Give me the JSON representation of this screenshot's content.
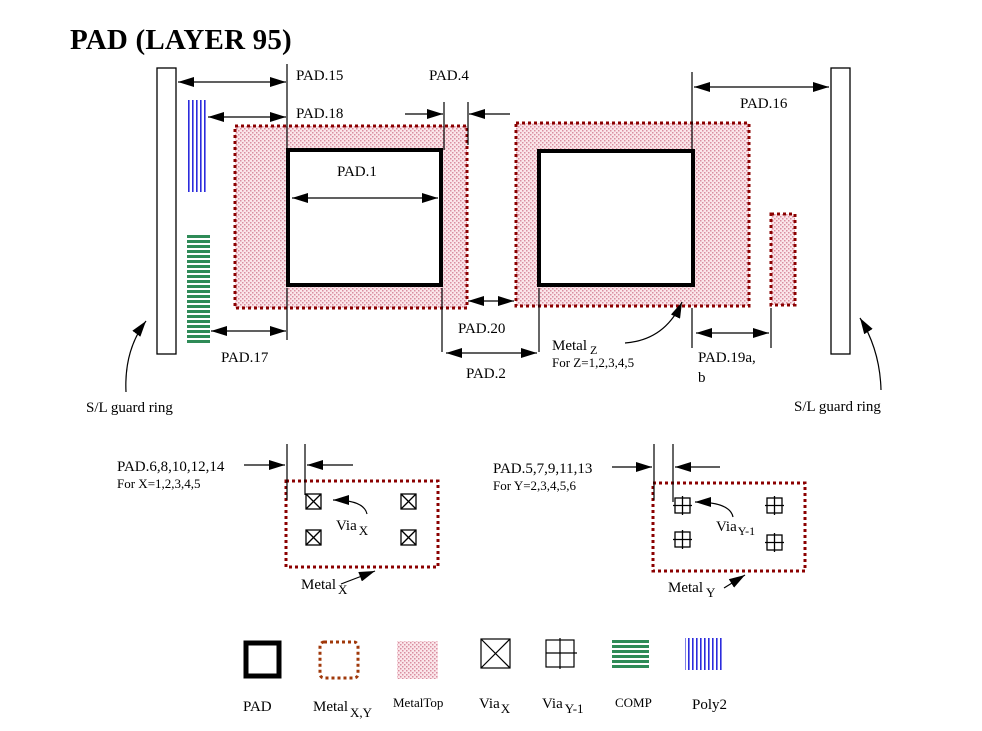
{
  "title": "PAD (LAYER 95)",
  "colors": {
    "metal_outline": "#8b0000",
    "metal_top_fill": "#f4c6d0",
    "comp": "#2e8b57",
    "poly2": "#2b2bdd",
    "legend_metal": "#a0380a"
  },
  "dimensions": {
    "pad15": "PAD.15",
    "pad4": "PAD.4",
    "pad18": "PAD.18",
    "pad16": "PAD.16",
    "pad1": "PAD.1",
    "pad20": "PAD.20",
    "pad2": "PAD.2",
    "pad17": "PAD.17",
    "pad19_line1": "PAD.19a,",
    "pad19_line2": "b"
  },
  "labels": {
    "guard_ring_left": "S/L guard ring",
    "guard_ring_right": "S/L guard ring",
    "metal_z": "Metal",
    "metal_z_sub": "Z",
    "metal_z_note": "For Z=1,2,3,4,5"
  },
  "via_x_detail": {
    "rule": "PAD.6,8,10,12,14",
    "note": "For X=1,2,3,4,5",
    "via_label": "Via",
    "via_sub": "X",
    "metal_label": "Metal",
    "metal_sub": "X"
  },
  "via_y_detail": {
    "rule": "PAD.5,7,9,11,13",
    "note": "For Y=2,3,4,5,6",
    "via_label": "Via",
    "via_sub": "Y-1",
    "metal_label": "Metal",
    "metal_sub": "Y"
  },
  "legend": [
    {
      "icon": "pad-icon",
      "label": "PAD",
      "sub": ""
    },
    {
      "icon": "metal-xy-icon",
      "label": "Metal",
      "sub": "X,Y"
    },
    {
      "icon": "metal-top-icon",
      "label": "MetalTop",
      "sub": ""
    },
    {
      "icon": "via-x-icon",
      "label": "Via",
      "sub": "X"
    },
    {
      "icon": "via-y-icon",
      "label": "Via",
      "sub": "Y-1"
    },
    {
      "icon": "comp-icon",
      "label": "COMP",
      "sub": ""
    },
    {
      "icon": "poly2-icon",
      "label": "Poly2",
      "sub": ""
    }
  ]
}
